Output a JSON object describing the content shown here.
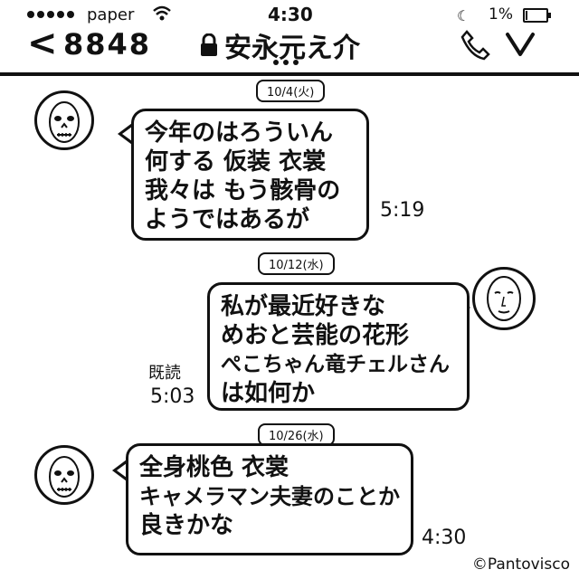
{
  "status_bar": {
    "carrier": "paper",
    "time": "4:30",
    "battery_percent": "1%",
    "battery_level": 0.1
  },
  "header": {
    "back_count": "8848",
    "title": "安永元え介"
  },
  "messages": [
    {
      "date": "10/4(火)",
      "lines": [
        "今年のはろういん",
        "何する 仮装 衣裳",
        "我々は もう骸骨の",
        "ようではあるが"
      ],
      "time": "5:19"
    },
    {
      "date": "10/12(水)",
      "lines": [
        "私が最近好きな",
        "めおと芸能の花形",
        "ぺこちゃん竜チェルさん",
        "は如何か"
      ],
      "read": "既読",
      "time": "5:03"
    },
    {
      "date": "10/26(水)",
      "lines": [
        "全身桃色 衣裳",
        "キャメラマン夫妻のことか",
        "良きかな"
      ],
      "time": "4:30"
    }
  ],
  "footer": {
    "copyright": "©Pantovisco"
  }
}
